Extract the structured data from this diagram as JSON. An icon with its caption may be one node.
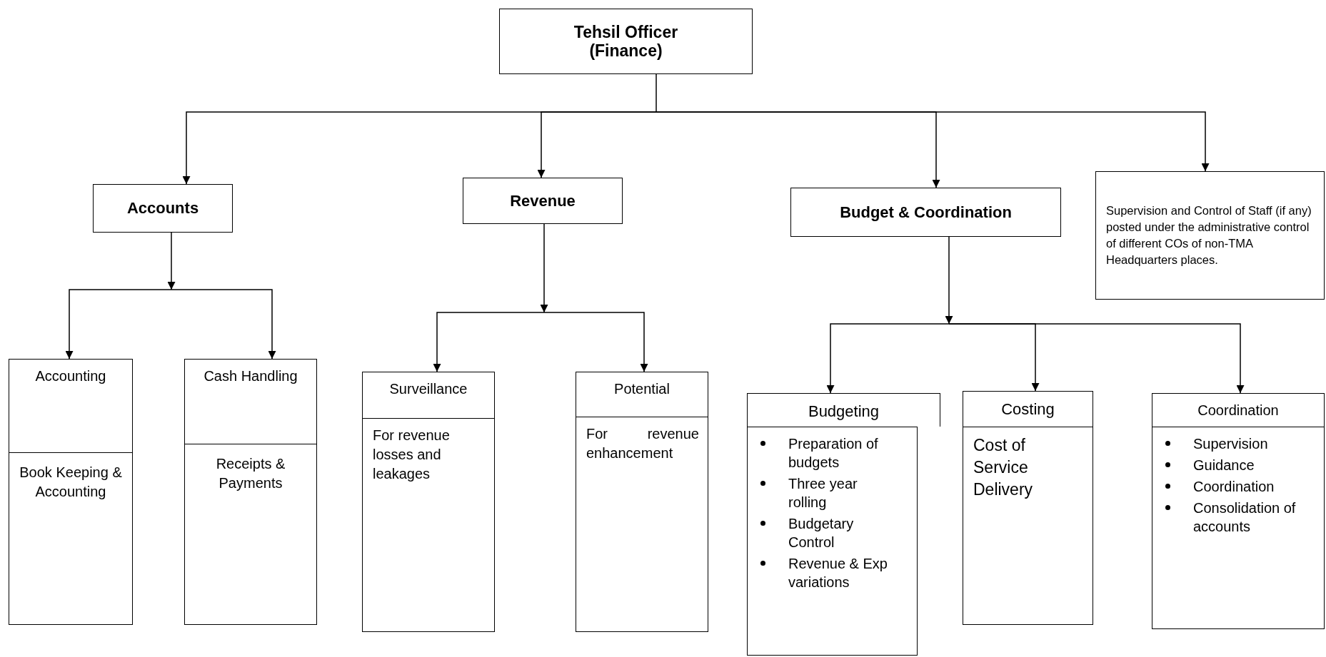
{
  "diagram": {
    "nodes": [
      {
        "text": [
          "Tehsil Officer (Finance)"
        ]
      },
      {
        "text": [
          "Accounts"
        ]
      },
      {
        "text": [
          "Revenue"
        ]
      },
      {
        "text": [
          "Budget & Coordination"
        ]
      },
      {
        "text": [
          "Supervision and Control of Staff (if any) posted under the administrative control of different COs of non-TMA Headquarters places."
        ]
      },
      {
        "text": [
          "Accounting",
          "Book Keeping & Accounting"
        ]
      },
      {
        "text": [
          "Cash Handling",
          "Receipts & Payments"
        ]
      },
      {
        "text": [
          "Surveillance",
          "For revenue losses and leakages"
        ]
      },
      {
        "text": [
          "Potential",
          "For revenue enhancement"
        ]
      },
      {
        "text": [
          "Budgeting",
          "Preparation of budgets",
          "Three year rolling",
          "Budgetary Control",
          "Revenue & Exp variations"
        ]
      },
      {
        "text": [
          "Costing",
          "Cost of Service Delivery"
        ]
      },
      {
        "text": [
          "Coordination",
          "Supervision",
          "Guidance",
          "Coordination",
          "Consolidation of accounts"
        ]
      }
    ],
    "edges": [
      {
        "from": 0,
        "to": 1,
        "arrow": "to"
      },
      {
        "from": 0,
        "to": 2,
        "arrow": "to"
      },
      {
        "from": 0,
        "to": 3,
        "arrow": "to"
      },
      {
        "from": 0,
        "to": 4,
        "arrow": "to"
      },
      {
        "from": 1,
        "to": 5,
        "arrow": "to"
      },
      {
        "from": 1,
        "to": 6,
        "arrow": "to"
      },
      {
        "from": 2,
        "to": 7,
        "arrow": "to"
      },
      {
        "from": 2,
        "to": 8,
        "arrow": "to"
      },
      {
        "from": 3,
        "to": 9,
        "arrow": "to"
      },
      {
        "from": 3,
        "to": 10,
        "arrow": "to"
      },
      {
        "from": 3,
        "to": 11,
        "arrow": "to"
      }
    ]
  }
}
